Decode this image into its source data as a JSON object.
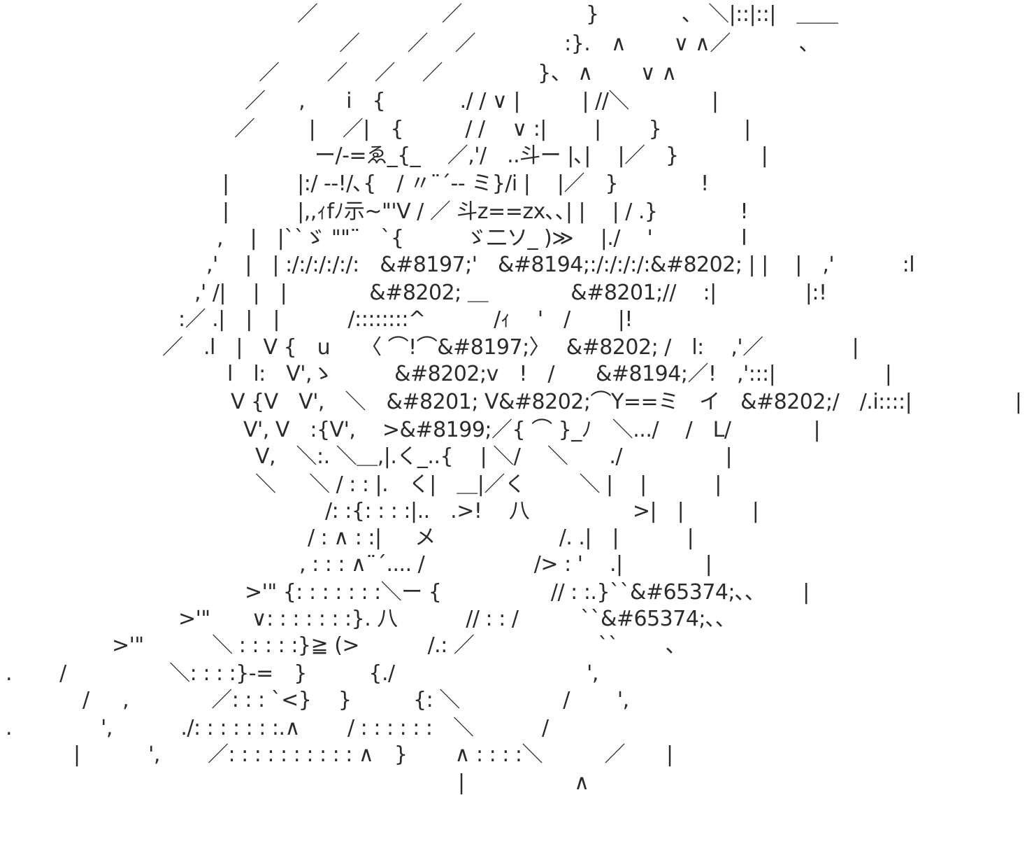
{
  "art": {
    "lines": [
      "／　　　　　　／　　　　　　}　　　　、 ＼|::|::|　＿＿",
      "／　　 ／ 　／ 　　　　:}.　∧　　 ∨ ∧／　　　 、",
      "／　　 ／ 　／ 　／ 　　　　 }、 ∧　　 ∨ ∧",
      "／ 　 ,　　i　{ 　　　 ./ / ∨ |　　　| //＼　　　　|",
      "／ 　　 |　 ／|　{　　　/ / 　∨ :|　　 |　　 }　　　　|",
      "ー/-=ゑ_{_ 　／,'/　..斗ー |､|　 |／　}　　　　|",
      "|　　　 |:/ -‐!/､{　/ 〃¨´-- ミ}/i |　 |／　}　　　　!",
      "|　　　 |,,ｨfﾉ示~\"'V / ／ 斗z==zx､､| |　 | / .}　　　　!",
      ",　 |　|``ゞ \"\"¨　`{　　　ゞ二ソ_ )≫ 　|./ 　' 　　　　l",
      ",'　 |　| :/:/:/:/:/:　&#8197;'　&#8194;:/:/:/:/:&#8202; | |　 |　,'　　　 :l",
      ",' /|　 |　|　　　　&#8202; ＿　　　　&#8201;//　 :| 　　　　|:!",
      ":／ .|　|　|　　　 /::::::::^　　　 /ｨ　 '　/ 　　|!",
      "／　.l　|　V {　u　　〈 ⌒!⌒&#8197;〉　 &#8202; /　l:　 ,'／ 　　　　|",
      "l　l:　V',ゝ　　　&#8202;v　!　/　　&#8194;／!　,':::|　　　　　 |",
      "V {V　V',　＼　&#8201; V&#8202;⌒Y==ミ　イ　&#8202;/　/.i::::|　　　　　|",
      "V', V　:{V',　 >&#8199;／{ ⌒ }_ﾉ　＼.../ 　/　L/　　　　|",
      "V,　＼:. ＼＿,|.く_..{　 | ＼/ 　＼　　./　　　　　|",
      "＼ 　 ＼ / : : |.　く|　＿|／く 　　 ＼ |　 |　　　 |",
      "/: :{: : : :|..　.>!　 八　　　　　>|　|　　　 |",
      "/ : ∧ : :| 　 メ　　　　　　/. .|　|　　　 |",
      ", : : : ∧¨´.... /　　　　　 /> : ' 　.|　　　　|",
      ">'\" {: : : : : : :＼ー {　　　　　 // : :.}``&#65374;､､　　 |",
      ">'\"　　∨: : : : : : :}. 八　　　 // : : /　　　``&#65374;､､",
      ">'\"　　　 ＼ : : : : :}≧ (>　　　 /.: ／　　　　　　``　　 ､",
      ".　　 /　　　　　＼: : : :}-=　}　　　{./　　　　　　　　　 ',",
      "/ 　 ,　　　　／: : : `<}　 }　　　{: ＼　　　　　/　　 ',",
      ".　　　　 ',　　　 ./: : : : : : :.∧　　 / : : : : : :　＼ 　　　/",
      "|　　　 ',　　 ／: : : : : : : : : : ∧　}　　 ∧ : : : :＼　　　／　　|",
      "|　　　　　 ∧"
    ]
  }
}
